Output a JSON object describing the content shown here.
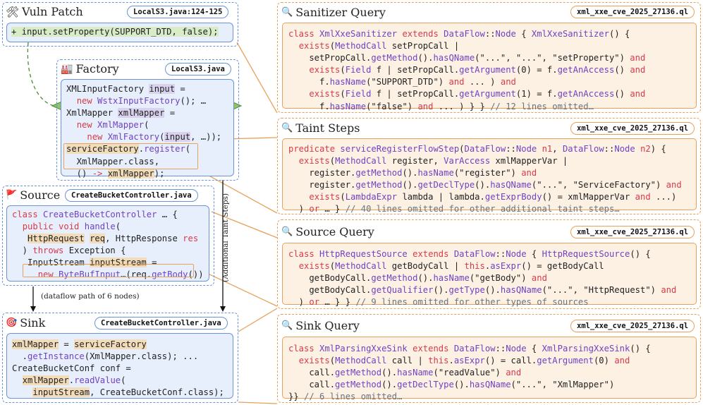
{
  "patch": {
    "title": "Vuln Patch",
    "file": "LocalS3.java:124-125",
    "code": "+ input.setProperty(SUPPORT_DTD, false);"
  },
  "factory": {
    "title": "Factory",
    "file": "LocalS3.java"
  },
  "source": {
    "title": "Source",
    "file": "CreateBucketController.java"
  },
  "sink": {
    "title": "Sink",
    "file": "CreateBucketController.java"
  },
  "annotations": {
    "dataflow_path": "(dataflow path of 6 nodes)",
    "additional_steps": "(Additional Taint Steps)"
  },
  "queries": {
    "sanitizer": {
      "title": "Sanitizer Query",
      "file": "xml_xxe_cve_2025_27136.ql"
    },
    "taint": {
      "title": "Taint Steps",
      "file": "xml_xxe_cve_2025_27136.ql"
    },
    "source": {
      "title": "Source Query",
      "file": "xml_xxe_cve_2025_27136.ql"
    },
    "sink": {
      "title": "Sink Query",
      "file": "xml_xxe_cve_2025_27136.ql"
    }
  },
  "icons": {
    "patch": "tools-icon",
    "factory": "factory-icon",
    "source": "red-flag-icon",
    "sink": "target-icon",
    "query": "magnifier-icon"
  },
  "colors": {
    "blue_border": "#6a93d8",
    "orange_border": "#e6a25c",
    "green_arrow": "#6aa84f",
    "keyword": "#d73a49",
    "function": "#6f42c1"
  }
}
